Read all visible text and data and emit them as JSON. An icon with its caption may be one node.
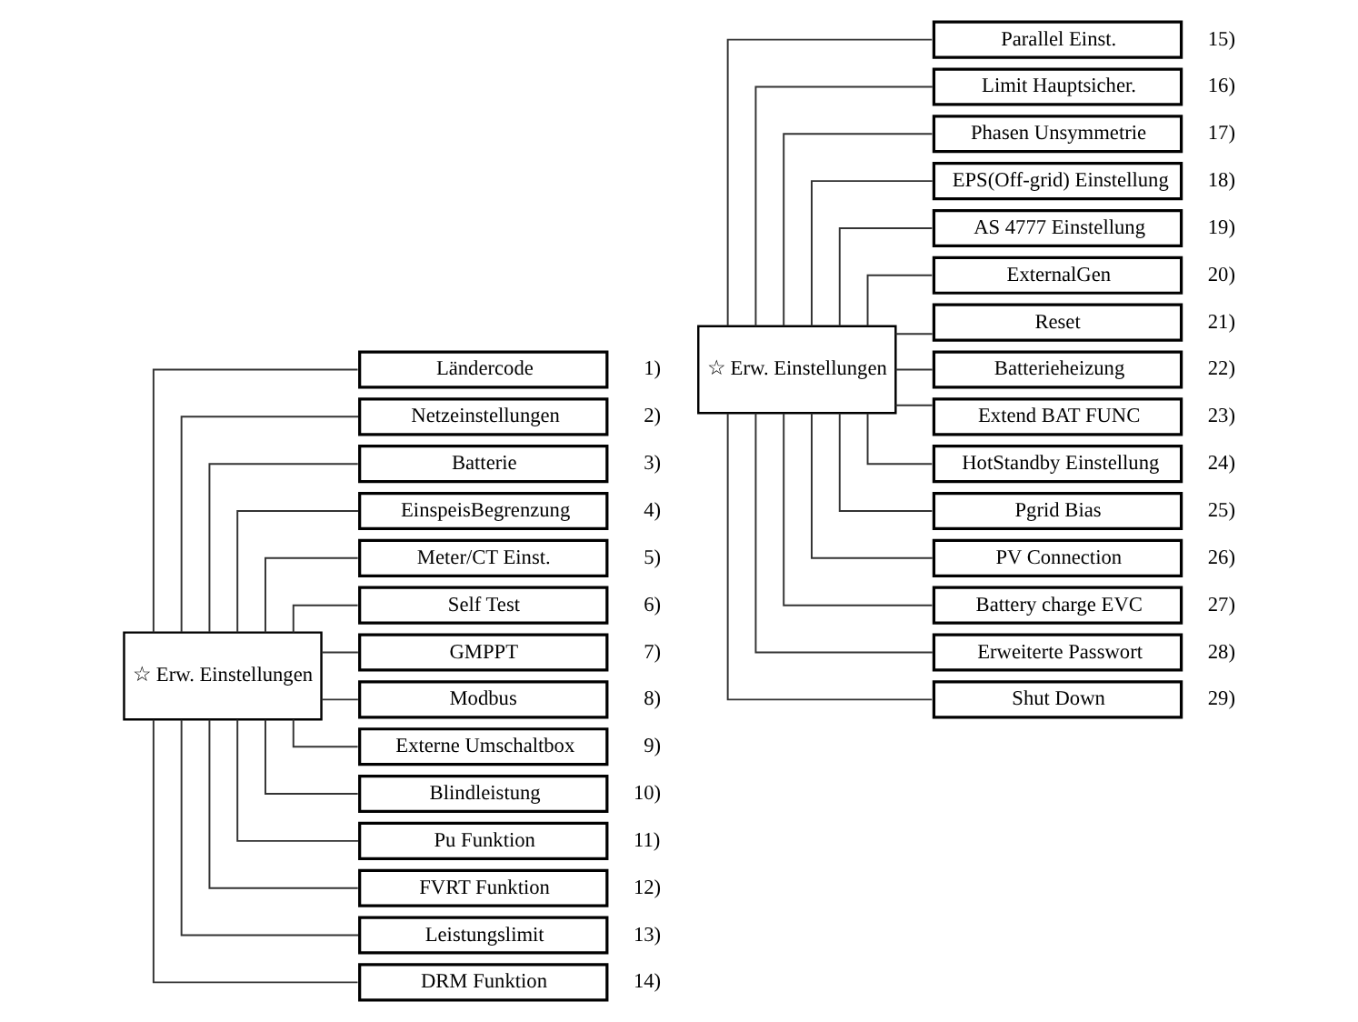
{
  "diagram": {
    "nodes": [
      {
        "text": [
          "☆ Erw. Einstellungen"
        ]
      },
      {
        "text": [
          "Ländercode"
        ],
        "beside": [
          "1)"
        ]
      },
      {
        "text": [
          "Netzeinstellungen"
        ],
        "beside": [
          "2)"
        ]
      },
      {
        "text": [
          "Batterie"
        ],
        "beside": [
          "3)"
        ]
      },
      {
        "text": [
          "EinspeisBegrenzung"
        ],
        "beside": [
          "4)"
        ]
      },
      {
        "text": [
          "Meter/CT Einst."
        ],
        "beside": [
          "5)"
        ]
      },
      {
        "text": [
          "Self Test"
        ],
        "beside": [
          "6)"
        ]
      },
      {
        "text": [
          "GMPPT"
        ],
        "beside": [
          "7)"
        ]
      },
      {
        "text": [
          "Modbus"
        ],
        "beside": [
          "8)"
        ]
      },
      {
        "text": [
          "Externe Umschaltbox"
        ],
        "beside": [
          "9)"
        ]
      },
      {
        "text": [
          "Blindleistung"
        ],
        "beside": [
          "10)"
        ]
      },
      {
        "text": [
          "Pu Funktion"
        ],
        "beside": [
          "11)"
        ]
      },
      {
        "text": [
          "FVRT Funktion"
        ],
        "beside": [
          "12)"
        ]
      },
      {
        "text": [
          "Leistungslimit"
        ],
        "beside": [
          "13)"
        ]
      },
      {
        "text": [
          "DRM Funktion"
        ],
        "beside": [
          "14)"
        ]
      },
      {
        "text": [
          "☆ Erw. Einstellungen"
        ]
      },
      {
        "text": [
          "Parallel Einst."
        ],
        "beside": [
          "15)"
        ]
      },
      {
        "text": [
          "Limit Hauptsicher."
        ],
        "beside": [
          "16)"
        ]
      },
      {
        "text": [
          "Phasen Unsymmetrie"
        ],
        "beside": [
          "17)"
        ]
      },
      {
        "text": [
          "EPS(Off-grid) Einstellung"
        ],
        "beside": [
          "18)"
        ]
      },
      {
        "text": [
          "AS 4777 Einstellung"
        ],
        "beside": [
          "19)"
        ]
      },
      {
        "text": [
          "ExternalGen"
        ],
        "beside": [
          "20)"
        ]
      },
      {
        "text": [
          "Reset"
        ],
        "beside": [
          "21)"
        ]
      },
      {
        "text": [
          "Batterieheizung"
        ],
        "beside": [
          "22)"
        ]
      },
      {
        "text": [
          "Extend BAT FUNC"
        ],
        "beside": [
          "23)"
        ]
      },
      {
        "text": [
          "HotStandby Einstellung"
        ],
        "beside": [
          "24)"
        ]
      },
      {
        "text": [
          "Pgrid Bias"
        ],
        "beside": [
          "25)"
        ]
      },
      {
        "text": [
          "PV Connection"
        ],
        "beside": [
          "26)"
        ]
      },
      {
        "text": [
          "Battery charge EVC"
        ],
        "beside": [
          "27)"
        ]
      },
      {
        "text": [
          "Erweiterte Passwort"
        ],
        "beside": [
          "28)"
        ]
      },
      {
        "text": [
          "Shut Down"
        ],
        "beside": [
          "29)"
        ]
      }
    ],
    "edges": [
      {
        "from": 0,
        "to": 1,
        "arrow": "none"
      },
      {
        "from": 0,
        "to": 2,
        "arrow": "none"
      },
      {
        "from": 0,
        "to": 3,
        "arrow": "none"
      },
      {
        "from": 0,
        "to": 4,
        "arrow": "none"
      },
      {
        "from": 0,
        "to": 5,
        "arrow": "none"
      },
      {
        "from": 0,
        "to": 6,
        "arrow": "none"
      },
      {
        "from": 0,
        "to": 7,
        "arrow": "none"
      },
      {
        "from": 0,
        "to": 8,
        "arrow": "none"
      },
      {
        "from": 0,
        "to": 9,
        "arrow": "none"
      },
      {
        "from": 0,
        "to": 10,
        "arrow": "none"
      },
      {
        "from": 0,
        "to": 11,
        "arrow": "none"
      },
      {
        "from": 0,
        "to": 12,
        "arrow": "none"
      },
      {
        "from": 0,
        "to": 13,
        "arrow": "none"
      },
      {
        "from": 0,
        "to": 14,
        "arrow": "none"
      },
      {
        "from": 15,
        "to": 16,
        "arrow": "none"
      },
      {
        "from": 15,
        "to": 17,
        "arrow": "none"
      },
      {
        "from": 15,
        "to": 18,
        "arrow": "none"
      },
      {
        "from": 15,
        "to": 19,
        "arrow": "none"
      },
      {
        "from": 15,
        "to": 20,
        "arrow": "none"
      },
      {
        "from": 15,
        "to": 21,
        "arrow": "none"
      },
      {
        "from": 15,
        "to": 22,
        "arrow": "none"
      },
      {
        "from": 15,
        "to": 23,
        "arrow": "none"
      },
      {
        "from": 15,
        "to": 24,
        "arrow": "none"
      },
      {
        "from": 15,
        "to": 25,
        "arrow": "none"
      },
      {
        "from": 15,
        "to": 26,
        "arrow": "none"
      },
      {
        "from": 15,
        "to": 27,
        "arrow": "none"
      },
      {
        "from": 15,
        "to": 28,
        "arrow": "none"
      },
      {
        "from": 15,
        "to": 29,
        "arrow": "none"
      },
      {
        "from": 15,
        "to": 30,
        "arrow": "none"
      }
    ]
  }
}
